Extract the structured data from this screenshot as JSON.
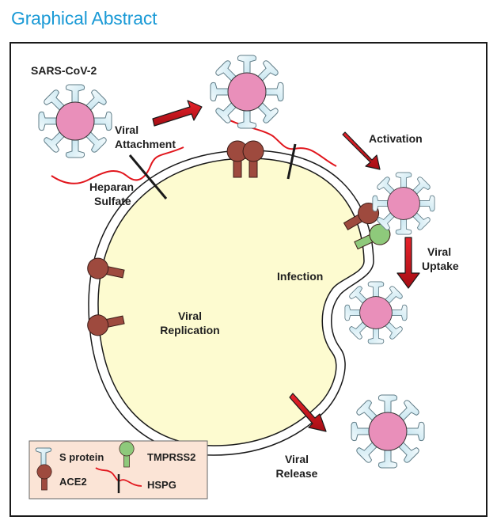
{
  "header": {
    "title": "Graphical Abstract"
  },
  "diagram": {
    "virus_name": "SARS-CoV-2",
    "steps": {
      "attachment": [
        "Viral",
        "Attachment"
      ],
      "heparan": [
        "Heparan",
        "Sulfate"
      ],
      "activation": "Activation",
      "uptake": [
        "Viral",
        "Uptake"
      ],
      "infection": "Infection",
      "replication": [
        "Viral",
        "Replication"
      ],
      "release": [
        "Viral",
        "Release"
      ]
    },
    "legend": {
      "s_protein": "S protein",
      "tmprss2": "TMPRSS2",
      "ace2": "ACE2",
      "hspg": "HSPG"
    },
    "colors": {
      "title": "#1a9ad6",
      "virus_core": "#e98fba",
      "spike": "#cfe9f2",
      "ace2": "#9e4a3e",
      "tmprss2": "#8ec97b",
      "cell": "#fdfbd0",
      "hspg_chain": "#e1161d",
      "arrow": "#c8141b",
      "legend_bg": "#fbe4d6"
    }
  }
}
